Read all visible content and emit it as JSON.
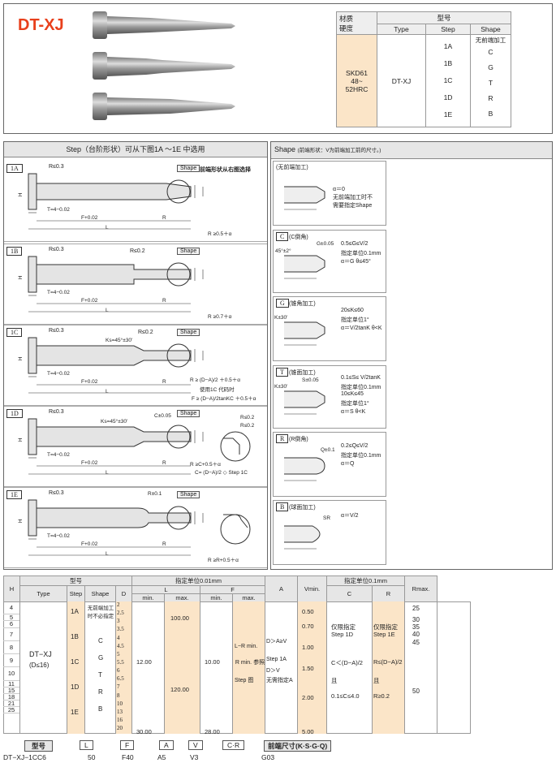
{
  "title": "DT-XJ",
  "spec_table": {
    "material_hdr": "材质",
    "hardness_hdr": "硬度",
    "model_hdr": "型号",
    "col_type": "Type",
    "col_step": "Step",
    "col_shape": "Shape",
    "material": "SKD61",
    "hardness": "48~ 52HRC",
    "type": "DT-XJ",
    "steps": [
      "1A",
      "1B",
      "1C",
      "1D",
      "1E"
    ],
    "shape_note": "无前端加工",
    "shapes": [
      "C",
      "G",
      "T",
      "R",
      "B"
    ]
  },
  "step_section": {
    "title": "Step（台阶形状）可从下图1A ～1E 中选用"
  },
  "steps": [
    {
      "tag": "1A",
      "r": "R≤0.3",
      "shape": "Shape",
      "shape_note": "前端形状从右图选择",
      "t": "T=4−0.02",
      "f": "F+0.02",
      "l": "L",
      "rlabel": "R",
      "cond": "R ≥0.5＋α"
    },
    {
      "tag": "1B",
      "r": "R≤0.3",
      "r2": "R≤0.2",
      "shape": "Shape",
      "t": "T=4−0.02",
      "f": "F+0.02",
      "l": "L",
      "rlabel": "R",
      "cond": "R ≥0.7＋α"
    },
    {
      "tag": "1C",
      "r": "R≤0.3",
      "ks": "Ks=45°±30'",
      "r2": "R≤0.2",
      "shape": "Shape",
      "t": "T=4−0.02",
      "f": "F+0.02",
      "l": "L",
      "rlabel": "R",
      "cond": "R ≥ (D−A)/2 ＋0.5＋α",
      "cond2": "使用1C 代码时",
      "cond3": "F ≥ (D−A)/2tanKC ＋0.5＋α"
    },
    {
      "tag": "1D",
      "r": "R≤0.3",
      "ks": "Ks=45°±30'",
      "c": "C±0.05",
      "shape": "Shape",
      "t": "T=4−0.02",
      "f": "F+0.02",
      "l": "L",
      "rlabel": "R",
      "cond": "R ≥C+0.5＋α",
      "cond2": "C= (D−A)/2 ◇ Step 1C",
      "r_a": "R≤0.2",
      "r_b": "R≤0.2"
    },
    {
      "tag": "1E",
      "r": "R≤0.3",
      "re": "R±0.1",
      "shape": "Shape",
      "t": "T=4−0.02",
      "f": "F+0.02",
      "l": "L",
      "rlabel": "R",
      "cond": "R ≥R+0.5＋α"
    }
  ],
  "shape_section": {
    "title": "Shape",
    "subtitle": "(前端形状：V为前端加工前的尺寸。)"
  },
  "shapes": [
    {
      "tag": "(无前端加工)",
      "l1": "α＝0",
      "l2": "无前端加工时不",
      "l3": "需要指定Shape"
    },
    {
      "tag": "C",
      "name": "(C倒角)",
      "l1": "0.5≤G≤V/2",
      "l2": "指定单位0.1mm",
      "l3": "α＝G   θ≤45°",
      "g": "G±0.05",
      "deg": "45°±2°"
    },
    {
      "tag": "G",
      "name": "(锥角加工)",
      "l1": "20≤K≤60",
      "l2": "指定单位1°",
      "l3": "α＝V/2tanK   θ<K",
      "k": "K±30'"
    },
    {
      "tag": "T",
      "name": "(锥面加工)",
      "l1": "0.1≤S≤ V/2tanK",
      "l2": "指定单位0.1mm",
      "l3": "10≤K≤45",
      "l4": "指定单位1°",
      "l5": "α＝S   θ<K",
      "s": "S±0.05",
      "k": "K±30'"
    },
    {
      "tag": "R",
      "name": "(R倒角)",
      "l1": "0.2≤Q≤V/2",
      "l2": "指定单位0.1mm",
      "l3": "α＝Q",
      "q": "Q±0.1"
    },
    {
      "tag": "B",
      "name": "(球面加工)",
      "l1": "α＝V/2",
      "sr": "SR"
    }
  ],
  "bottom": {
    "h": "H",
    "model": "型号",
    "type": "Type",
    "step": "Step",
    "shape": "Shape",
    "d": "D",
    "unit1": "指定单位0.01mm",
    "unit2": "指定单位0.1mm",
    "L": "L",
    "F": "F",
    "A": "A",
    "Vmin": "Vmin.",
    "C": "C",
    "R": "R",
    "Rmax": "Rmax.",
    "min": "min.",
    "max": "max.",
    "h_vals": [
      "4",
      "5",
      "6",
      "7",
      "8",
      "9",
      "10",
      "11",
      "15",
      "18",
      "21",
      "25"
    ],
    "type_val": "DT−XJ",
    "type_sub": "(D≤16)",
    "steps": [
      "1A",
      "1B",
      "1C",
      "1D",
      "1E"
    ],
    "shape_note": "无前端加工时不必指定",
    "shapes": [
      "C",
      "G",
      "T",
      "R",
      "B"
    ],
    "d_vals": [
      "2",
      "2.5",
      "3",
      "3.5",
      "4",
      "4.5",
      "5",
      "5.5",
      "6",
      "6.5",
      "7",
      "8",
      "10",
      "13",
      "16",
      "20"
    ],
    "l_min": "12.00",
    "l_max1": "100.00",
    "l_max2": "120.00",
    "l_min_end": "30.00",
    "f_min": "10.00",
    "f_max_text": "L−R min.",
    "f_max_text2": "R min. 参照",
    "f_max_text3": "Step 图",
    "f_min_end": "28.00",
    "a_text1": "D＞A≥V",
    "a_text2": "Step 1A",
    "a_text3": "D＞V",
    "a_text4": "无需指定A",
    "v_vals": [
      "0.50",
      "0.70",
      "1.00",
      "1.50",
      "2.00",
      "5.00"
    ],
    "c_only": "仅限指定",
    "c_step": "Step 1D",
    "c_formula": "C＜(D−A)/2",
    "c_and": "且",
    "c_range": "0.1≤C≤4.0",
    "r_only": "仅限指定",
    "r_step": "Step 1E",
    "r_formula": "R≤(D−A)/2",
    "r_and": "且",
    "r_range": "R≥0.2",
    "rmax_vals": [
      "25",
      "30",
      "35",
      "40",
      "45",
      "50"
    ]
  },
  "order": {
    "label": "型号",
    "items": [
      "L",
      "F",
      "A",
      "V",
      "C·R"
    ],
    "tail": "前端尺寸(K·S·G·Q)",
    "example": [
      "DT−XJ−1CC6",
      "50",
      "F40",
      "A5",
      "V3",
      "G03"
    ]
  }
}
